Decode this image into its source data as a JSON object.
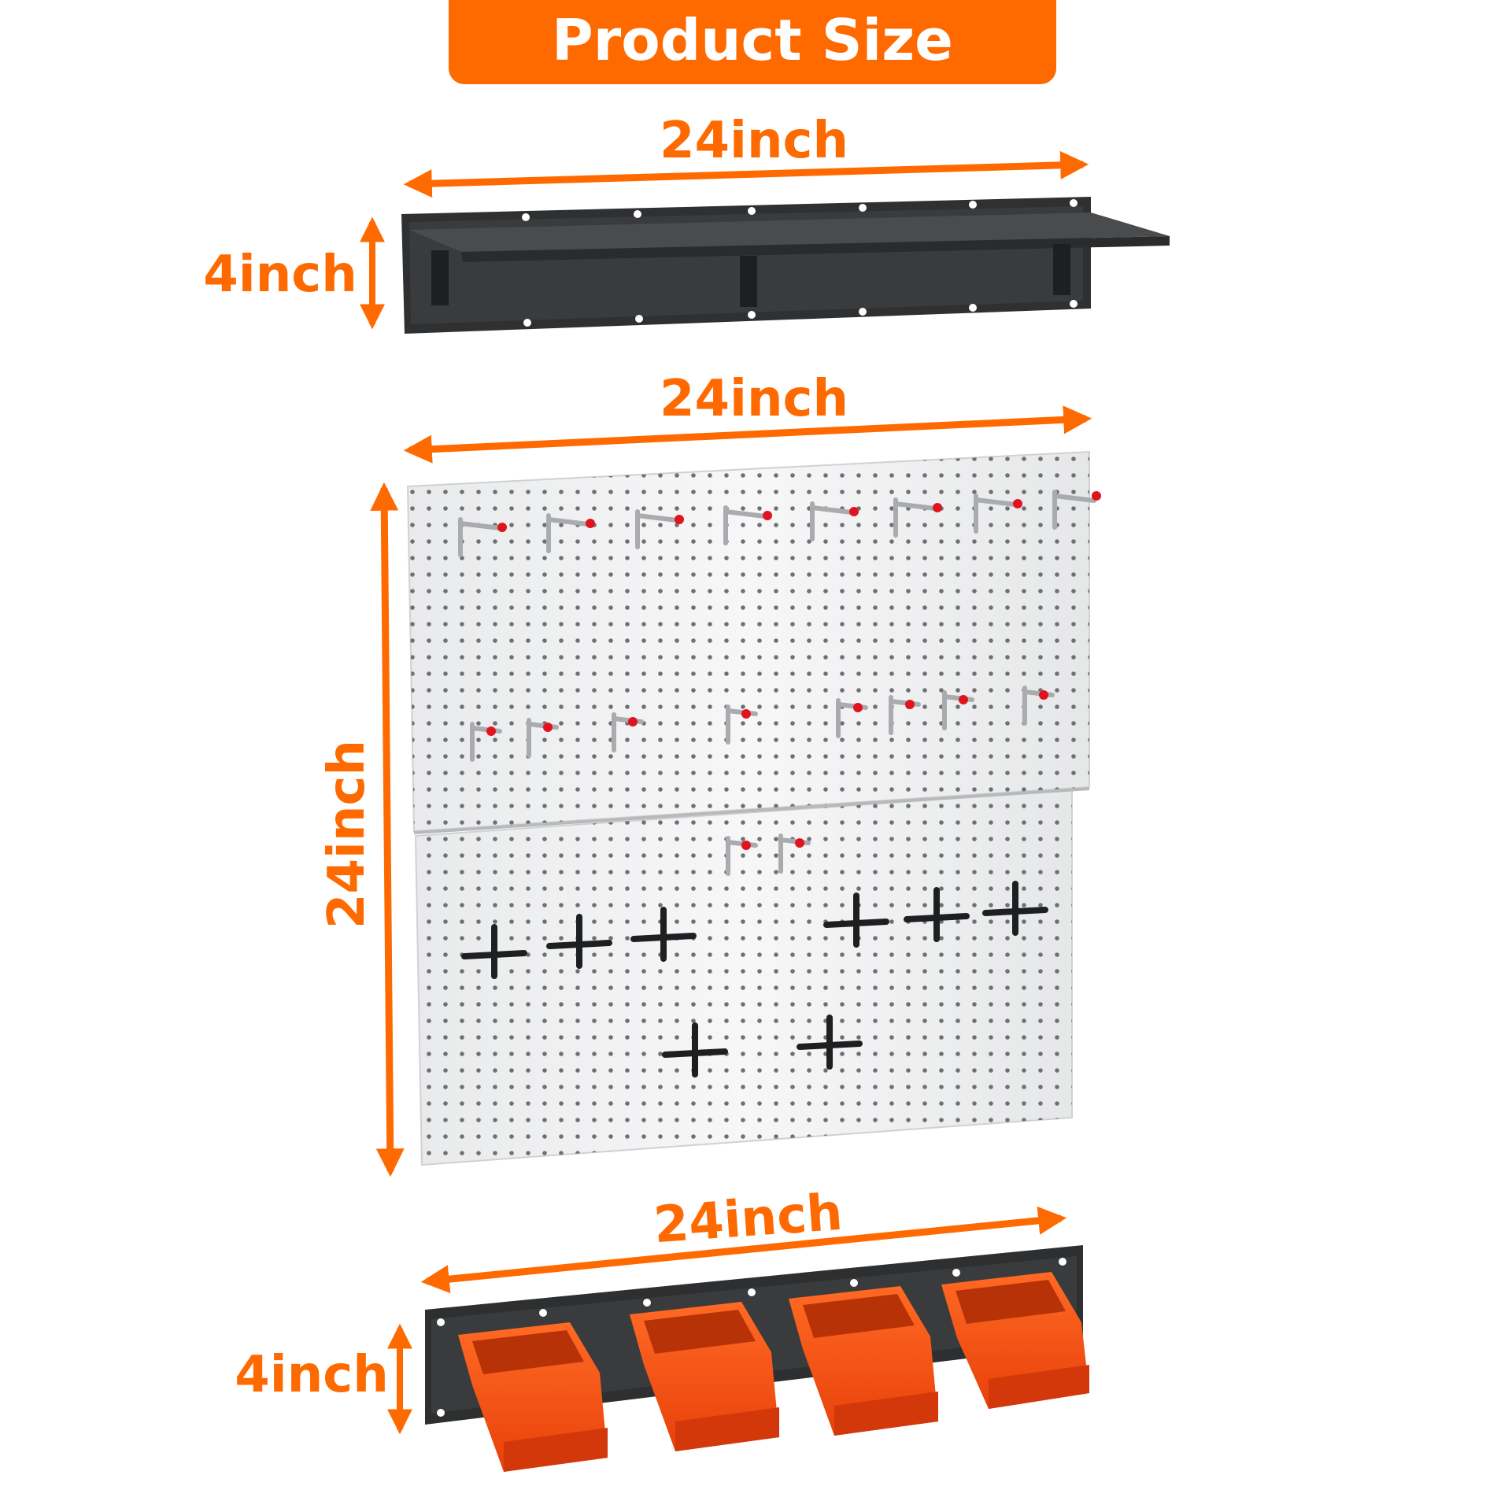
{
  "header": {
    "title": "Product Size"
  },
  "dimensions": {
    "shelf_width": "24inch",
    "shelf_height": "4inch",
    "pegboard_width": "24inch",
    "pegboard_height": "24inch",
    "bin_rail_width": "24inch",
    "bin_rail_height": "4inch"
  },
  "colors": {
    "accent": "#ff6a00",
    "dark": "#2e2f31",
    "panel": "#f1f2f3",
    "bin": "#ff5a14"
  }
}
